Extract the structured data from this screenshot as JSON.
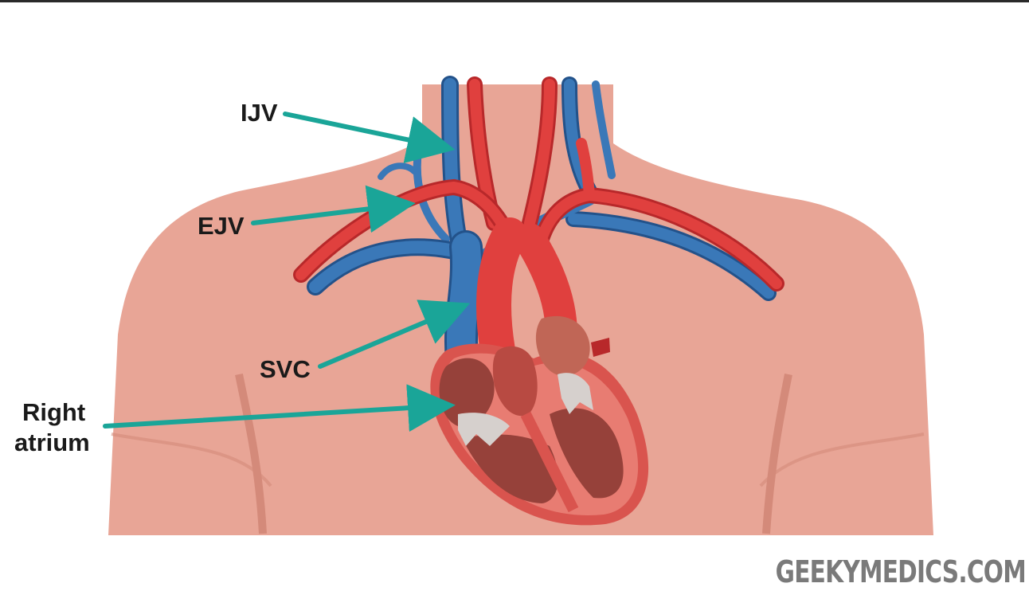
{
  "labels": {
    "ijv": "IJV",
    "ejv": "EJV",
    "svc": "SVC",
    "right_atrium_line1": "Right",
    "right_atrium_line2": "atrium"
  },
  "watermark": "GEEKYMEDICS.COM",
  "colors": {
    "skin": "#e8a596",
    "skin_shadow": "#d48a7a",
    "vein": "#3a78b8",
    "vein_dark": "#23528a",
    "artery": "#e0403e",
    "artery_dark": "#b8282a",
    "heart_outer": "#d9544e",
    "heart_wall": "#e87c72",
    "heart_inner": "#96413a",
    "valve": "#d6d0cd",
    "arrow": "#1aa598"
  }
}
